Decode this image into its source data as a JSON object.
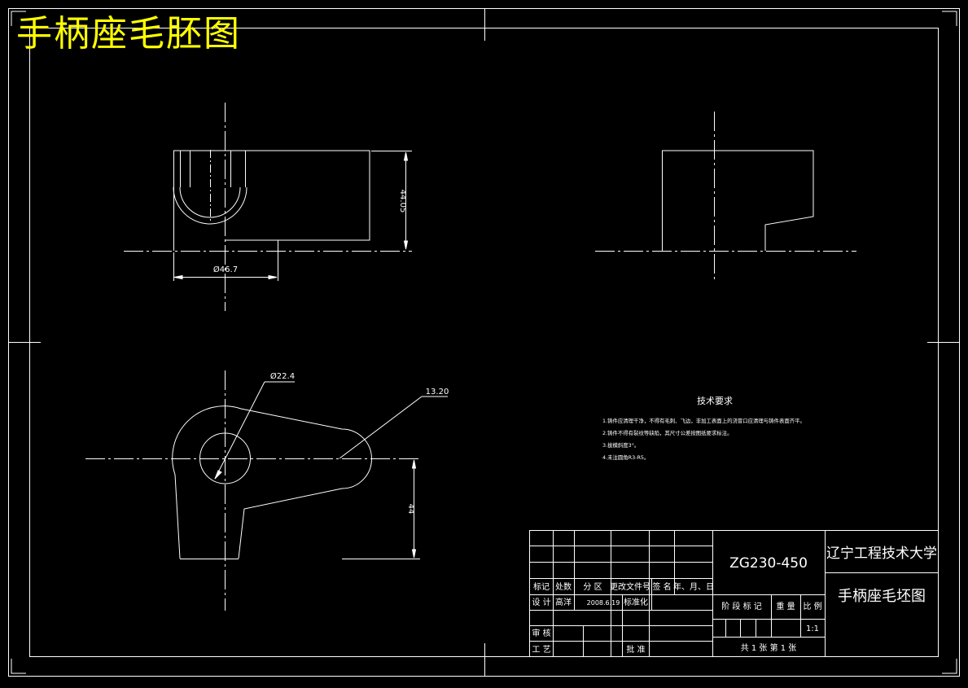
{
  "drawing": {
    "title": "手柄座毛胚图",
    "title_color": "#ffff00",
    "line_color": "#ffffff",
    "background": "#000000"
  },
  "dimensions": {
    "height_front": "44.05",
    "diameter_base": "Ø46.7",
    "hole_diameter": "Ø22.4",
    "tip_radius": "13.20",
    "height_top": "44"
  },
  "tech_requirements": {
    "heading": "技术要求",
    "items": [
      "1.铸件应清理干净，不得有毛刺、飞边，非加工表面上的浇冒口应清理与铸件表面齐平。",
      "2.铸件不得有裂纹等缺陷，其尺寸公差按图纸要求标注。",
      "3.拔模斜度3°。",
      "4.未注圆角R3-R5。"
    ]
  },
  "title_block": {
    "material": "ZG230-450",
    "school": "辽宁工程技术大学",
    "drawing_name": "手柄座毛坯图",
    "rev_headers": [
      "标记",
      "处数",
      "分 区",
      "更改文件号",
      "签 名",
      "年、月、日"
    ],
    "design_label": "设 计",
    "designer": "高洋",
    "design_date": "2008.6.19",
    "standardize_label": "标准化",
    "review_label": "审 核",
    "process_label": "工 艺",
    "approve_label": "批 准",
    "stage_label": "阶 段 标 记",
    "weight_label": "重 量",
    "scale_label": "比 例",
    "scale_value": "1:1",
    "sheets_text": "共 1  张  第  1 张"
  }
}
